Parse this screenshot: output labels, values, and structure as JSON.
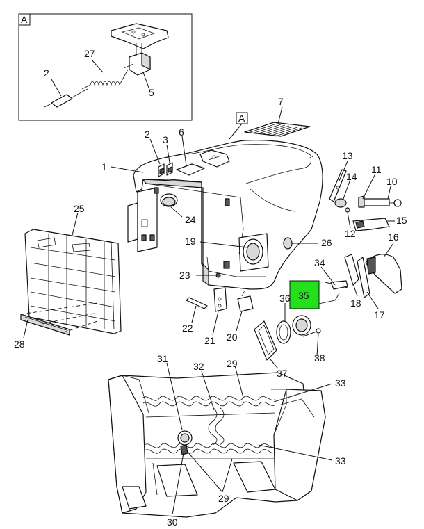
{
  "detail_box": {
    "tag": "A"
  },
  "detail_callouts": {
    "c2": "2",
    "c27": "27",
    "c5": "5"
  },
  "main_tag": "A",
  "callouts": {
    "c1": "1",
    "c2": "2",
    "c3": "3",
    "c6": "6",
    "c7": "7",
    "c10": "10",
    "c11": "11",
    "c12": "12",
    "c13": "13",
    "c14": "14",
    "c15": "15",
    "c16": "16",
    "c17": "17",
    "c18": "18",
    "c19": "19",
    "c20": "20",
    "c21": "21",
    "c22": "22",
    "c23": "23",
    "c24": "24",
    "c25": "25",
    "c26": "26",
    "c28": "28",
    "c29a": "29",
    "c29b": "29",
    "c30": "30",
    "c31": "31",
    "c32": "32",
    "c33a": "33",
    "c33b": "33",
    "c34": "34",
    "c35": "35",
    "c36": "36",
    "c37": "37",
    "c38": "38"
  },
  "highlight": {
    "label": "35",
    "color": "#22e01a"
  },
  "colors": {
    "line": "#111111",
    "shade": "#d9d9d9",
    "dark": "#555555"
  }
}
